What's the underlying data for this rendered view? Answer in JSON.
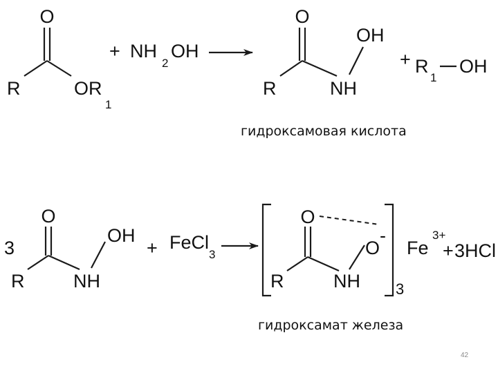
{
  "reaction1": {
    "ester": {
      "carbonyl_o": "O",
      "r": "R",
      "or": "OR",
      "or_sub": "1"
    },
    "plus1": "+",
    "reagent": {
      "nh": "NH",
      "nh_sub": "2",
      "oh": "OH"
    },
    "product": {
      "carbonyl_o": "O",
      "oh": "OH",
      "r": "R",
      "nh": "NH"
    },
    "plus2": "+",
    "alcohol": {
      "r": "R",
      "r_sub": "1",
      "oh": "OH"
    },
    "caption": "гидроксамовая кислота"
  },
  "reaction2": {
    "coef": "3",
    "acid": {
      "carbonyl_o": "O",
      "oh": "OH",
      "r": "R",
      "nh": "NH"
    },
    "plus1": "+",
    "reagent": {
      "fecl": "FeCl",
      "fecl_sub": "3"
    },
    "complex": {
      "o_top": "O",
      "o_anion": "O",
      "charge": "-",
      "r": "R",
      "nh": "NH",
      "bracket_sub": "3"
    },
    "fe": "Fe",
    "fe_charge": "3+",
    "plus2": "+",
    "hcl": "3HCl",
    "caption": "гидроксамат железа"
  },
  "page_number": "42"
}
